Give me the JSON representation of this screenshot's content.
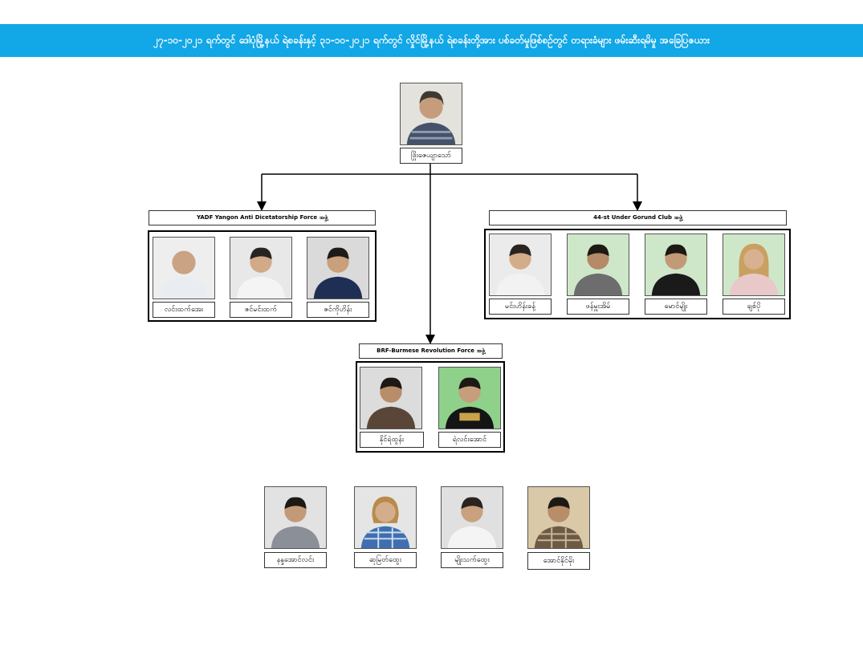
{
  "title": "၂၇-၁၀-၂၀၂၁ ရက်တွင် ဒေါပုံမြို့နယ် ရဲစခန်းနှင့် ၃၁-၁၀-၂၀၂၁ ရက်တွင် လှိုင်မြို့နယ် ရဲစခန်းတို့အား ပစ်ခတ်မှုဖြစ်စဉ်တွင် တရားခံများ ဖမ်းဆီးရမိမှု အခြေပြဇယား",
  "leader": {
    "name": "ဖြိုးဇေယျာသော်",
    "photo": "mugshot-striped-shirt"
  },
  "groups": [
    {
      "label": "YADF Yangon Anti Dicetatorship Force အဖွဲ့",
      "members": [
        {
          "name": "လင်းထက်အေး",
          "photo": "mugshot-white-shirt"
        },
        {
          "name": "ဇင်မင်းထက်",
          "photo": "mugshot-white-shirt"
        },
        {
          "name": "ဇင်ကိုဟိန်း",
          "photo": "mugshot-navy-shirt"
        }
      ]
    },
    {
      "label": "44-st Under Gorund Club အဖွဲ့",
      "members": [
        {
          "name": "မင်းဟိန်းခန့်",
          "photo": "mugshot-white-shirt"
        },
        {
          "name": "ဖန်မှူးအိမ်",
          "photo": "mugshot-grey-shirt"
        },
        {
          "name": "မောင်မျိုး",
          "photo": "mugshot-black-shirt"
        },
        {
          "name": "ချစ်ပို",
          "photo": "mugshot-floral-shirt"
        }
      ]
    },
    {
      "label": "BRF-Burmese Revolution Force အဖွဲ့",
      "members": [
        {
          "name": "နိုင်ရဲထွန်း",
          "photo": "mugshot-brown-shirt"
        },
        {
          "name": "ရဲလင်းအောင်",
          "photo": "mugshot-black-tshirt"
        }
      ]
    }
  ],
  "others": [
    {
      "name": "နန္ဒအောင်လင်း",
      "photo": "mugshot-grey-shirt"
    },
    {
      "name": "ဆုမြတ်ထွေး",
      "photo": "mugshot-blue-plaid-shirt"
    },
    {
      "name": "မျိုးသက်ထွေး",
      "photo": "mugshot-white-tshirt"
    },
    {
      "name": "အောင်နိုင်မိုး",
      "photo": "mugshot-plaid-shirt"
    }
  ],
  "colors": {
    "banner": "#12a7e6",
    "banner_text": "#ffffff",
    "line": "#000000"
  }
}
